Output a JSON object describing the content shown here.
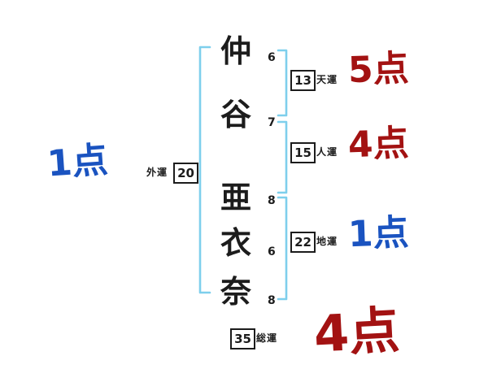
{
  "name": {
    "chars": [
      {
        "char": "仲",
        "strokes": "6"
      },
      {
        "char": "谷",
        "strokes": "7"
      },
      {
        "char": "亜",
        "strokes": "8"
      },
      {
        "char": "衣",
        "strokes": "6"
      },
      {
        "char": "奈",
        "strokes": "8"
      }
    ]
  },
  "fortunes": {
    "heaven": {
      "label": "天運",
      "value": "13",
      "score": "5点"
    },
    "person": {
      "label": "人運",
      "value": "15",
      "score": "4点"
    },
    "earth": {
      "label": "地運",
      "value": "22",
      "score": "1点"
    },
    "outer": {
      "label": "外運",
      "value": "20",
      "score": "1点"
    },
    "total": {
      "label": "総運",
      "value": "35",
      "score": "4点"
    }
  },
  "colors": {
    "bracket": "#7ecfec",
    "ink": "#1c1c1c",
    "score-red": "#a31212",
    "score-blue": "#1a53c0"
  }
}
